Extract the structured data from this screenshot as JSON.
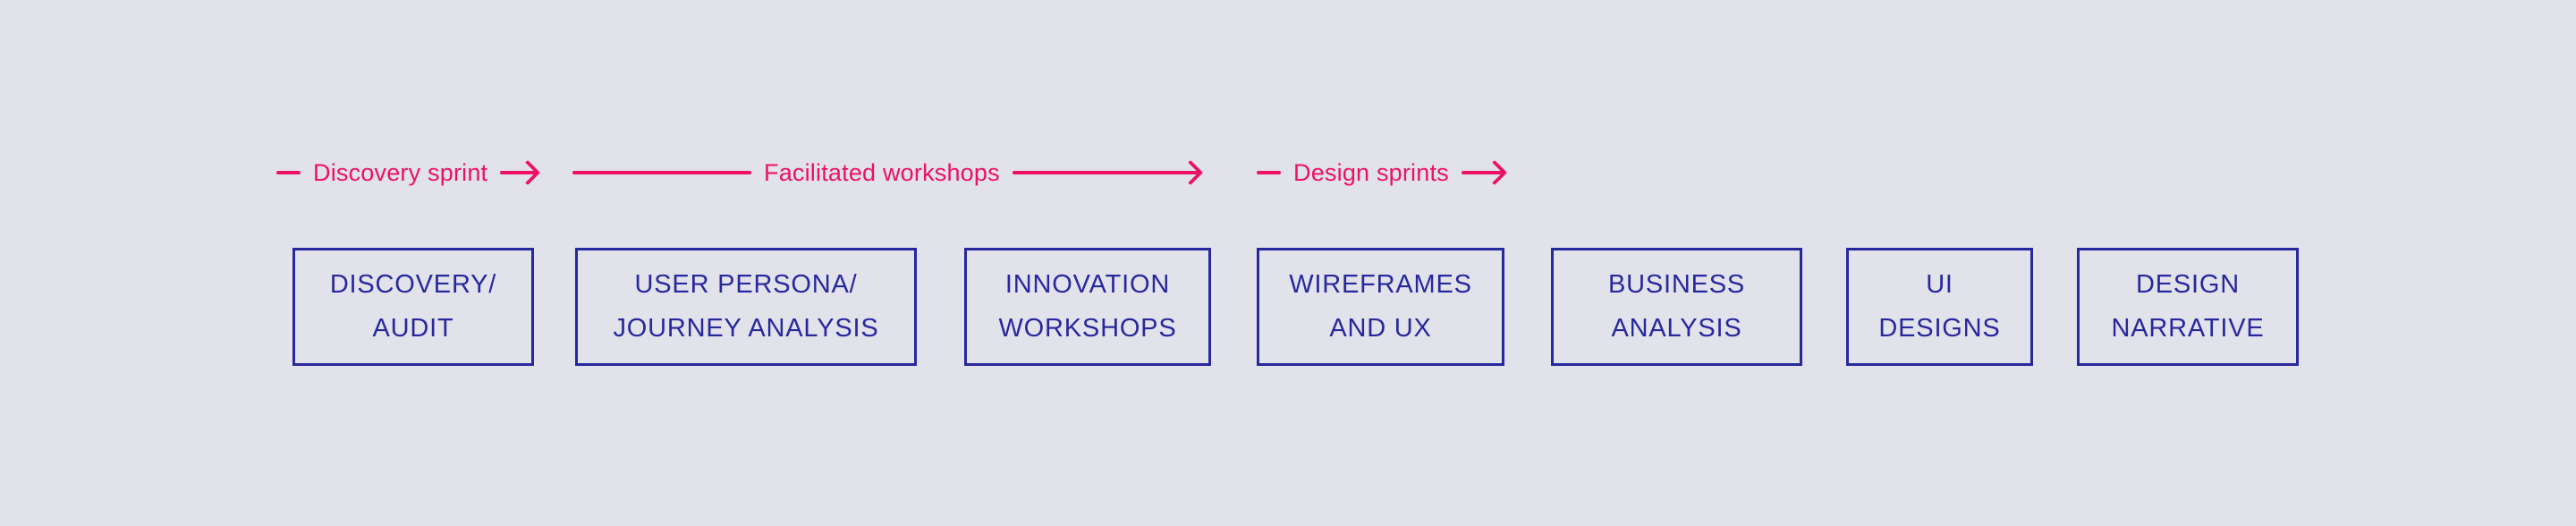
{
  "colors": {
    "background": "#e2e2eb",
    "accent_pink": "#ec125f",
    "box_blue": "#28289e"
  },
  "diagram": {
    "phases": [
      {
        "label": "Discovery sprint"
      },
      {
        "label": "Facilitated workshops"
      },
      {
        "label": "Design sprints"
      }
    ],
    "steps": [
      {
        "line1": "DISCOVERY/",
        "line2": "AUDIT"
      },
      {
        "line1": "USER PERSONA/",
        "line2": "JOURNEY ANALYSIS"
      },
      {
        "line1": "INNOVATION",
        "line2": "WORKSHOPS"
      },
      {
        "line1": "WIREFRAMES",
        "line2": "AND UX"
      },
      {
        "line1": "BUSINESS",
        "line2": "ANALYSIS"
      },
      {
        "line1": "UI",
        "line2": "DESIGNS"
      },
      {
        "line1": "DESIGN",
        "line2": "NARRATIVE"
      }
    ]
  }
}
